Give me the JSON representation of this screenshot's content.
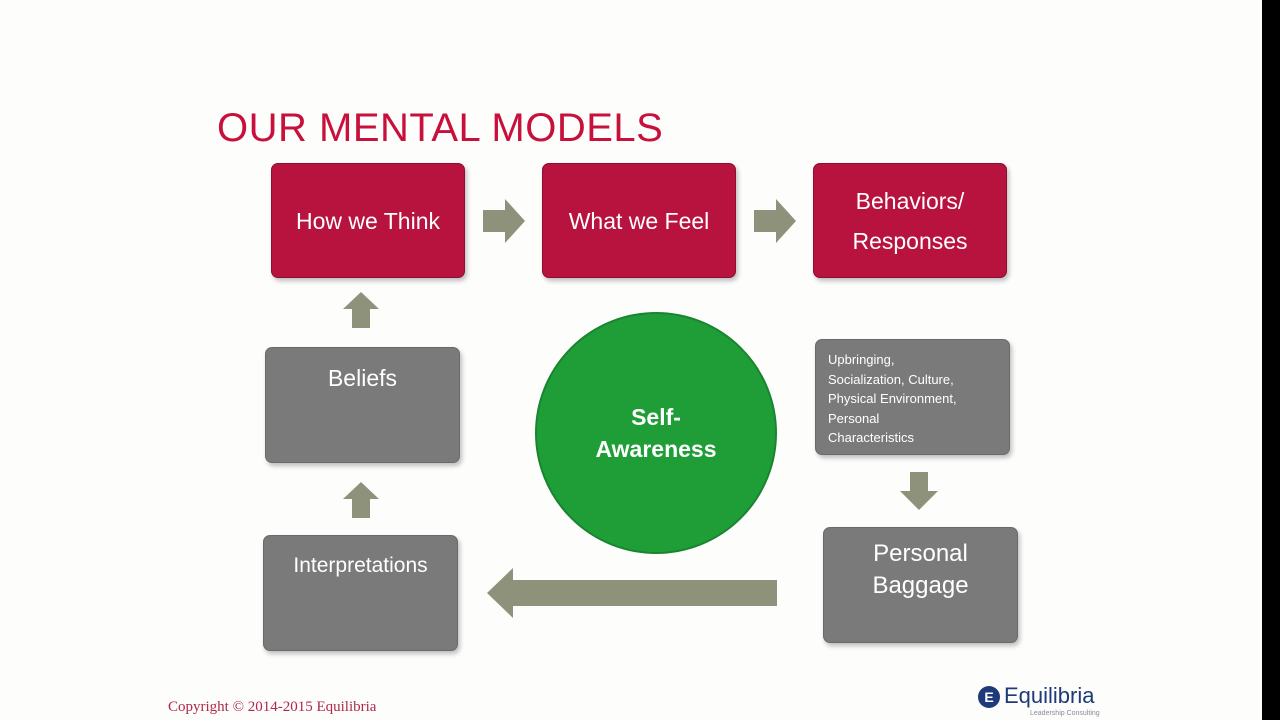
{
  "slide": {
    "title": "OUR MENTAL MODELS",
    "center": {
      "line1": "Self-",
      "line2": "Awareness"
    },
    "top_row": [
      {
        "label": "How we Think"
      },
      {
        "label": "What we Feel"
      },
      {
        "label_line1": "Behaviors/",
        "label_line2": "Responses"
      }
    ],
    "left_column": {
      "beliefs": "Beliefs",
      "interpretations": "Interpretations"
    },
    "right_column": {
      "influences": [
        "Upbringing,",
        "Socialization, Culture,",
        "Physical Environment,",
        "Personal",
        "Characteristics"
      ],
      "baggage_line1": "Personal",
      "baggage_line2": "Baggage"
    },
    "footer": {
      "copyright": "Copyright © 2014-2015 Equilibria",
      "logo_mark": "E",
      "logo_name": "Equilibria",
      "logo_tagline": "Leadership Consulting"
    }
  },
  "colors": {
    "accent_red": "#b8123f",
    "title_red": "#c8103c",
    "box_gray": "#7a7a7a",
    "circle_green": "#1f9e38",
    "arrow_olive": "#8f927a"
  },
  "icons": [
    "arrow-right-icon",
    "arrow-up-icon",
    "arrow-down-icon",
    "arrow-left-icon"
  ]
}
